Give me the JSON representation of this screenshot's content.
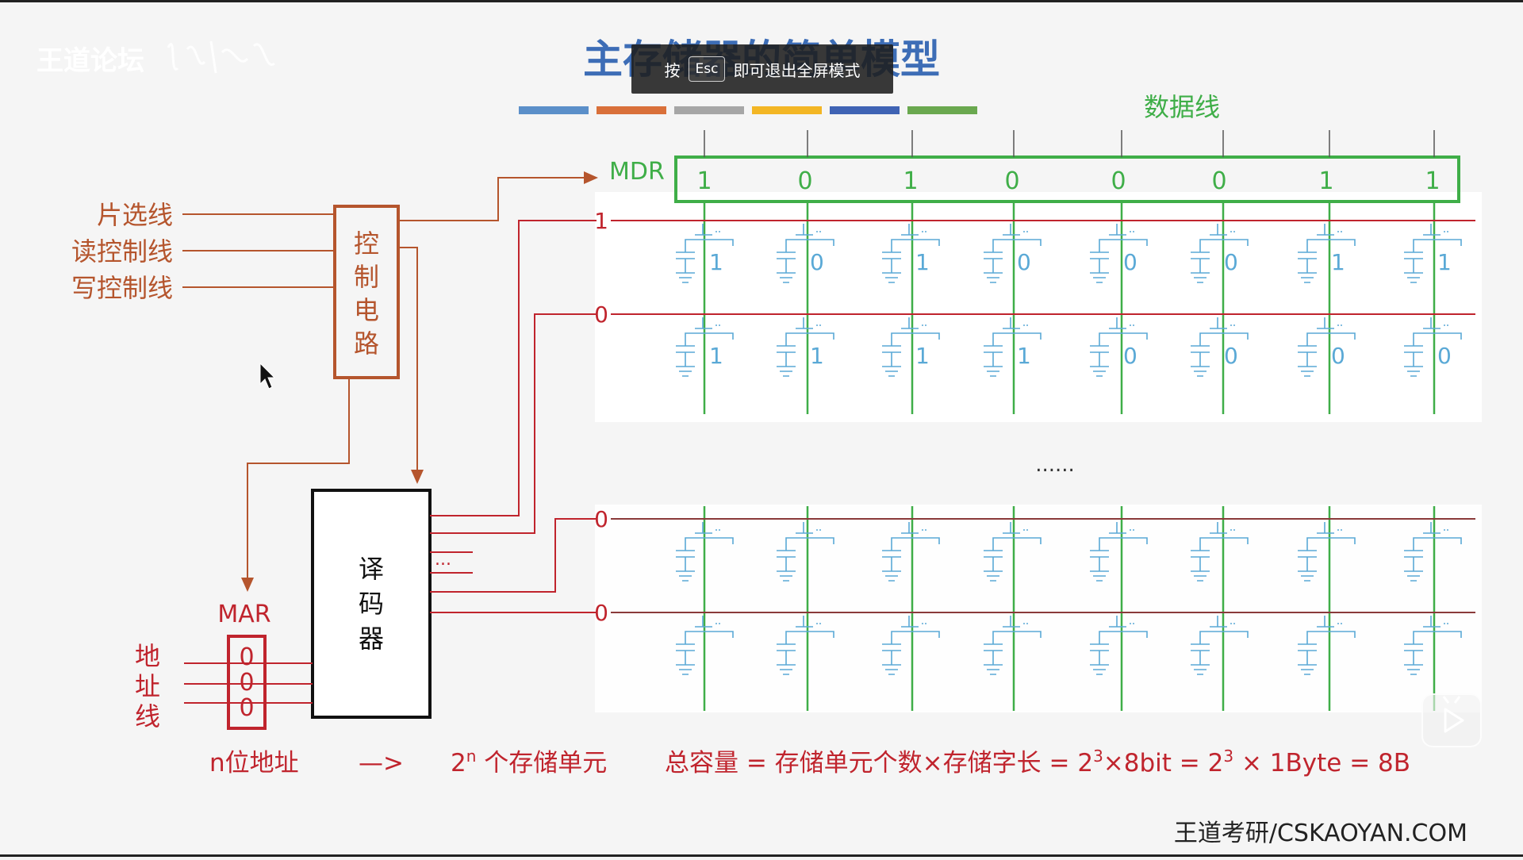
{
  "watermark": {
    "brand": "王道论坛",
    "site": "王道考研/CSKAOYAN.COM"
  },
  "title": "主存储器的简单模型",
  "esc_banner": {
    "prefix": "按",
    "key": "Esc",
    "suffix": "即可退出全屏模式"
  },
  "colors": {
    "brown": "#b5552d",
    "red": "#c0242d",
    "green": "#3fae48",
    "blue_cell": "#5aa9d6",
    "title_blue": "#3d6db6",
    "color_bar": [
      "#5b8fc9",
      "#d9703a",
      "#a6a6a6",
      "#f3b624",
      "#3f63b4",
      "#6aa84f"
    ]
  },
  "labels": {
    "data_line": "数据线",
    "mdr": "MDR",
    "control_inputs": [
      "片选线",
      "读控制线",
      "写控制线"
    ],
    "control_circuit": [
      "控",
      "制",
      "电",
      "路"
    ],
    "decoder": [
      "译",
      "码",
      "器"
    ],
    "decoder_dots": "...",
    "mar": "MAR",
    "mar_bits": [
      "0",
      "0",
      "0"
    ],
    "address_line": [
      "地",
      "址",
      "线"
    ],
    "middle_dots": "......"
  },
  "mdr_bits": [
    "1",
    "0",
    "1",
    "0",
    "0",
    "0",
    "1",
    "1"
  ],
  "word_lines": [
    "1",
    "0",
    "0",
    "0"
  ],
  "memory_rows": [
    {
      "bits": [
        "1",
        "0",
        "1",
        "0",
        "0",
        "0",
        "1",
        "1"
      ]
    },
    {
      "bits": [
        "1",
        "1",
        "1",
        "1",
        "0",
        "0",
        "0",
        "0"
      ]
    },
    {
      "bits": [
        "",
        "",
        "",
        "",
        "",
        "",
        "",
        ""
      ]
    },
    {
      "bits": [
        "",
        "",
        "",
        "",
        "",
        "",
        "",
        ""
      ]
    }
  ],
  "formula": {
    "part1": "n位地址",
    "arrow": "—>",
    "part2_base": "2",
    "part2_sup": "n",
    "part2_rest": " 个存储单元",
    "part3_a": "总容量 = 存储单元个数×存储字长 = 2",
    "part3_sup1": "3",
    "part3_b": "×8bit = 2",
    "part3_sup2": "3",
    "part3_c": " × 1Byte = 8B"
  }
}
